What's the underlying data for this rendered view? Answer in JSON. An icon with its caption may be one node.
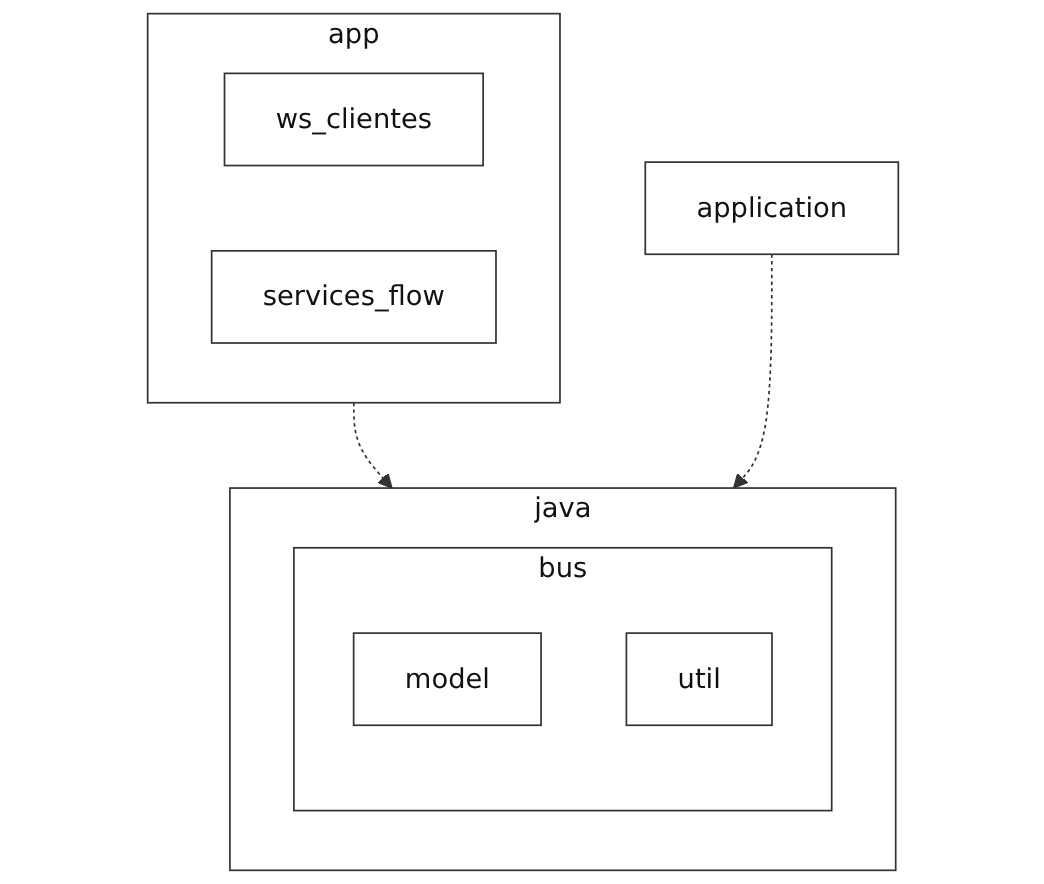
{
  "diagram": {
    "nodes": [
      {
        "text": [
          "app"
        ]
      },
      {
        "text": [
          "ws_clientes"
        ],
        "in": 0
      },
      {
        "text": [
          "services_flow"
        ],
        "in": 0
      },
      {
        "text": [
          "java"
        ]
      },
      {
        "text": [
          "bus"
        ],
        "in": 3
      },
      {
        "text": [
          "model"
        ],
        "in": 4
      },
      {
        "text": [
          "util"
        ],
        "in": 4
      },
      {
        "text": [
          "application"
        ]
      }
    ],
    "edges": [
      {
        "from": 0,
        "to": 3,
        "arrow": "to",
        "style": "dashed"
      },
      {
        "from": 7,
        "to": 3,
        "arrow": "to",
        "style": "dashed"
      }
    ]
  }
}
